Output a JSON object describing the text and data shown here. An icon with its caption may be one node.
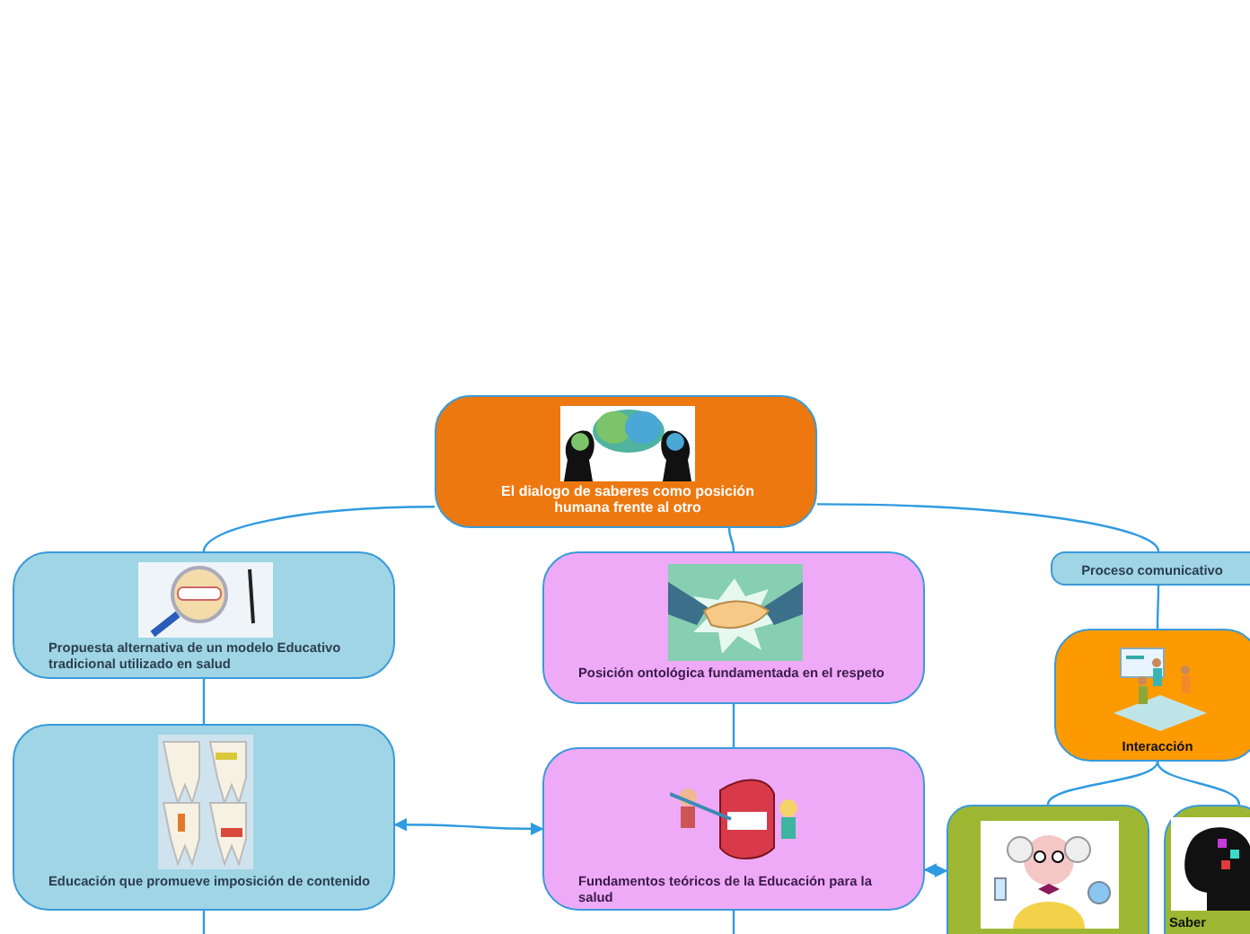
{
  "diagram": {
    "nodes": [
      {
        "text": [
          "El dialogo de saberes como posición humana frente al otro"
        ]
      },
      {
        "text": [
          "Propuesta alternativa de un modelo Educativo tradicional utilizado en salud"
        ]
      },
      {
        "text": [
          "Educación que promueve imposición de contenido"
        ]
      },
      {
        "text": [
          "Posición ontológica fundamentada en el respeto"
        ]
      },
      {
        "text": [
          "Fundamentos teóricos de la Educación para la salud"
        ]
      },
      {
        "text": [
          "Proceso comunicativo"
        ]
      },
      {
        "text": [
          "Interacción"
        ]
      },
      {
        "text": [],
        "shape": "box"
      },
      {
        "text": [
          "Saber"
        ]
      }
    ],
    "edges": [
      {
        "from": 0,
        "to": 1,
        "arrow": "none"
      },
      {
        "from": 0,
        "to": 3,
        "arrow": "none"
      },
      {
        "from": 0,
        "to": 5,
        "arrow": "none"
      },
      {
        "from": 1,
        "to": 2,
        "arrow": "none"
      },
      {
        "from": 2,
        "to": 4,
        "arrow": "both"
      },
      {
        "from": 3,
        "to": 4,
        "arrow": "none"
      },
      {
        "from": 4,
        "to": 7,
        "arrow": "both"
      },
      {
        "from": 5,
        "to": 6,
        "arrow": "none"
      },
      {
        "from": 6,
        "to": 7,
        "arrow": "none"
      },
      {
        "from": 6,
        "to": 8,
        "arrow": "none"
      },
      {
        "from": 2,
        "to": null,
        "arrow": "none"
      },
      {
        "from": 4,
        "to": null,
        "arrow": "none"
      }
    ]
  }
}
